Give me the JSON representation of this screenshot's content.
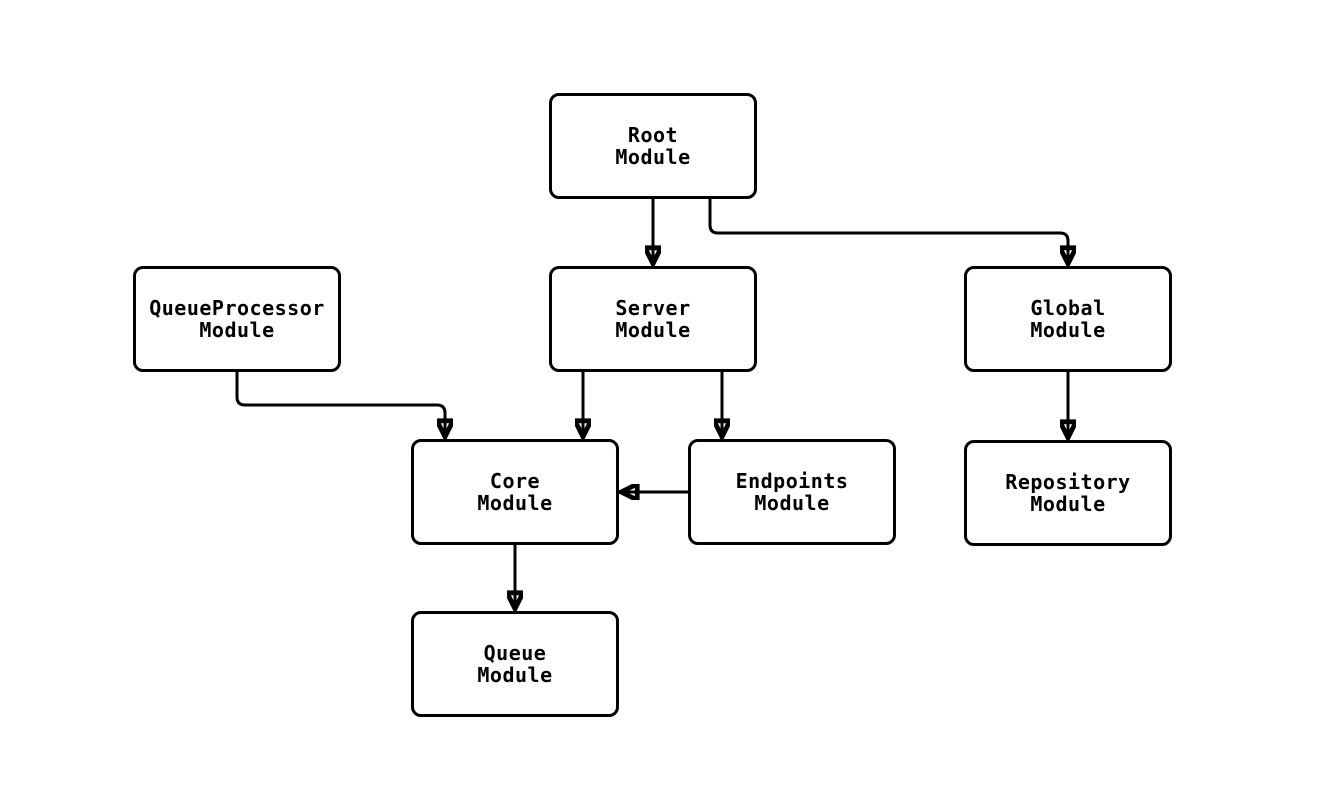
{
  "diagram": {
    "type": "module-dependency-graph",
    "colors": {
      "background": "#ffffff",
      "node_fill": "#ffffff",
      "node_border": "#000000",
      "edge": "#000000",
      "text": "#000000"
    },
    "nodes": [
      {
        "id": "root",
        "label": "Root\nModule"
      },
      {
        "id": "queueprocessor",
        "label": "QueueProcessor\nModule"
      },
      {
        "id": "server",
        "label": "Server\nModule"
      },
      {
        "id": "global",
        "label": "Global\nModule"
      },
      {
        "id": "core",
        "label": "Core\nModule"
      },
      {
        "id": "endpoints",
        "label": "Endpoints\nModule"
      },
      {
        "id": "repository",
        "label": "Repository\nModule"
      },
      {
        "id": "queue",
        "label": "Queue\nModule"
      }
    ],
    "edges": [
      {
        "from": "Root Module",
        "to": "Server Module"
      },
      {
        "from": "Root Module",
        "to": "Global Module"
      },
      {
        "from": "QueueProcessor Module",
        "to": "Core Module"
      },
      {
        "from": "Server Module",
        "to": "Core Module"
      },
      {
        "from": "Server Module",
        "to": "Endpoints Module"
      },
      {
        "from": "Endpoints Module",
        "to": "Core Module"
      },
      {
        "from": "Global Module",
        "to": "Repository Module"
      },
      {
        "from": "Core Module",
        "to": "Queue Module"
      }
    ]
  }
}
